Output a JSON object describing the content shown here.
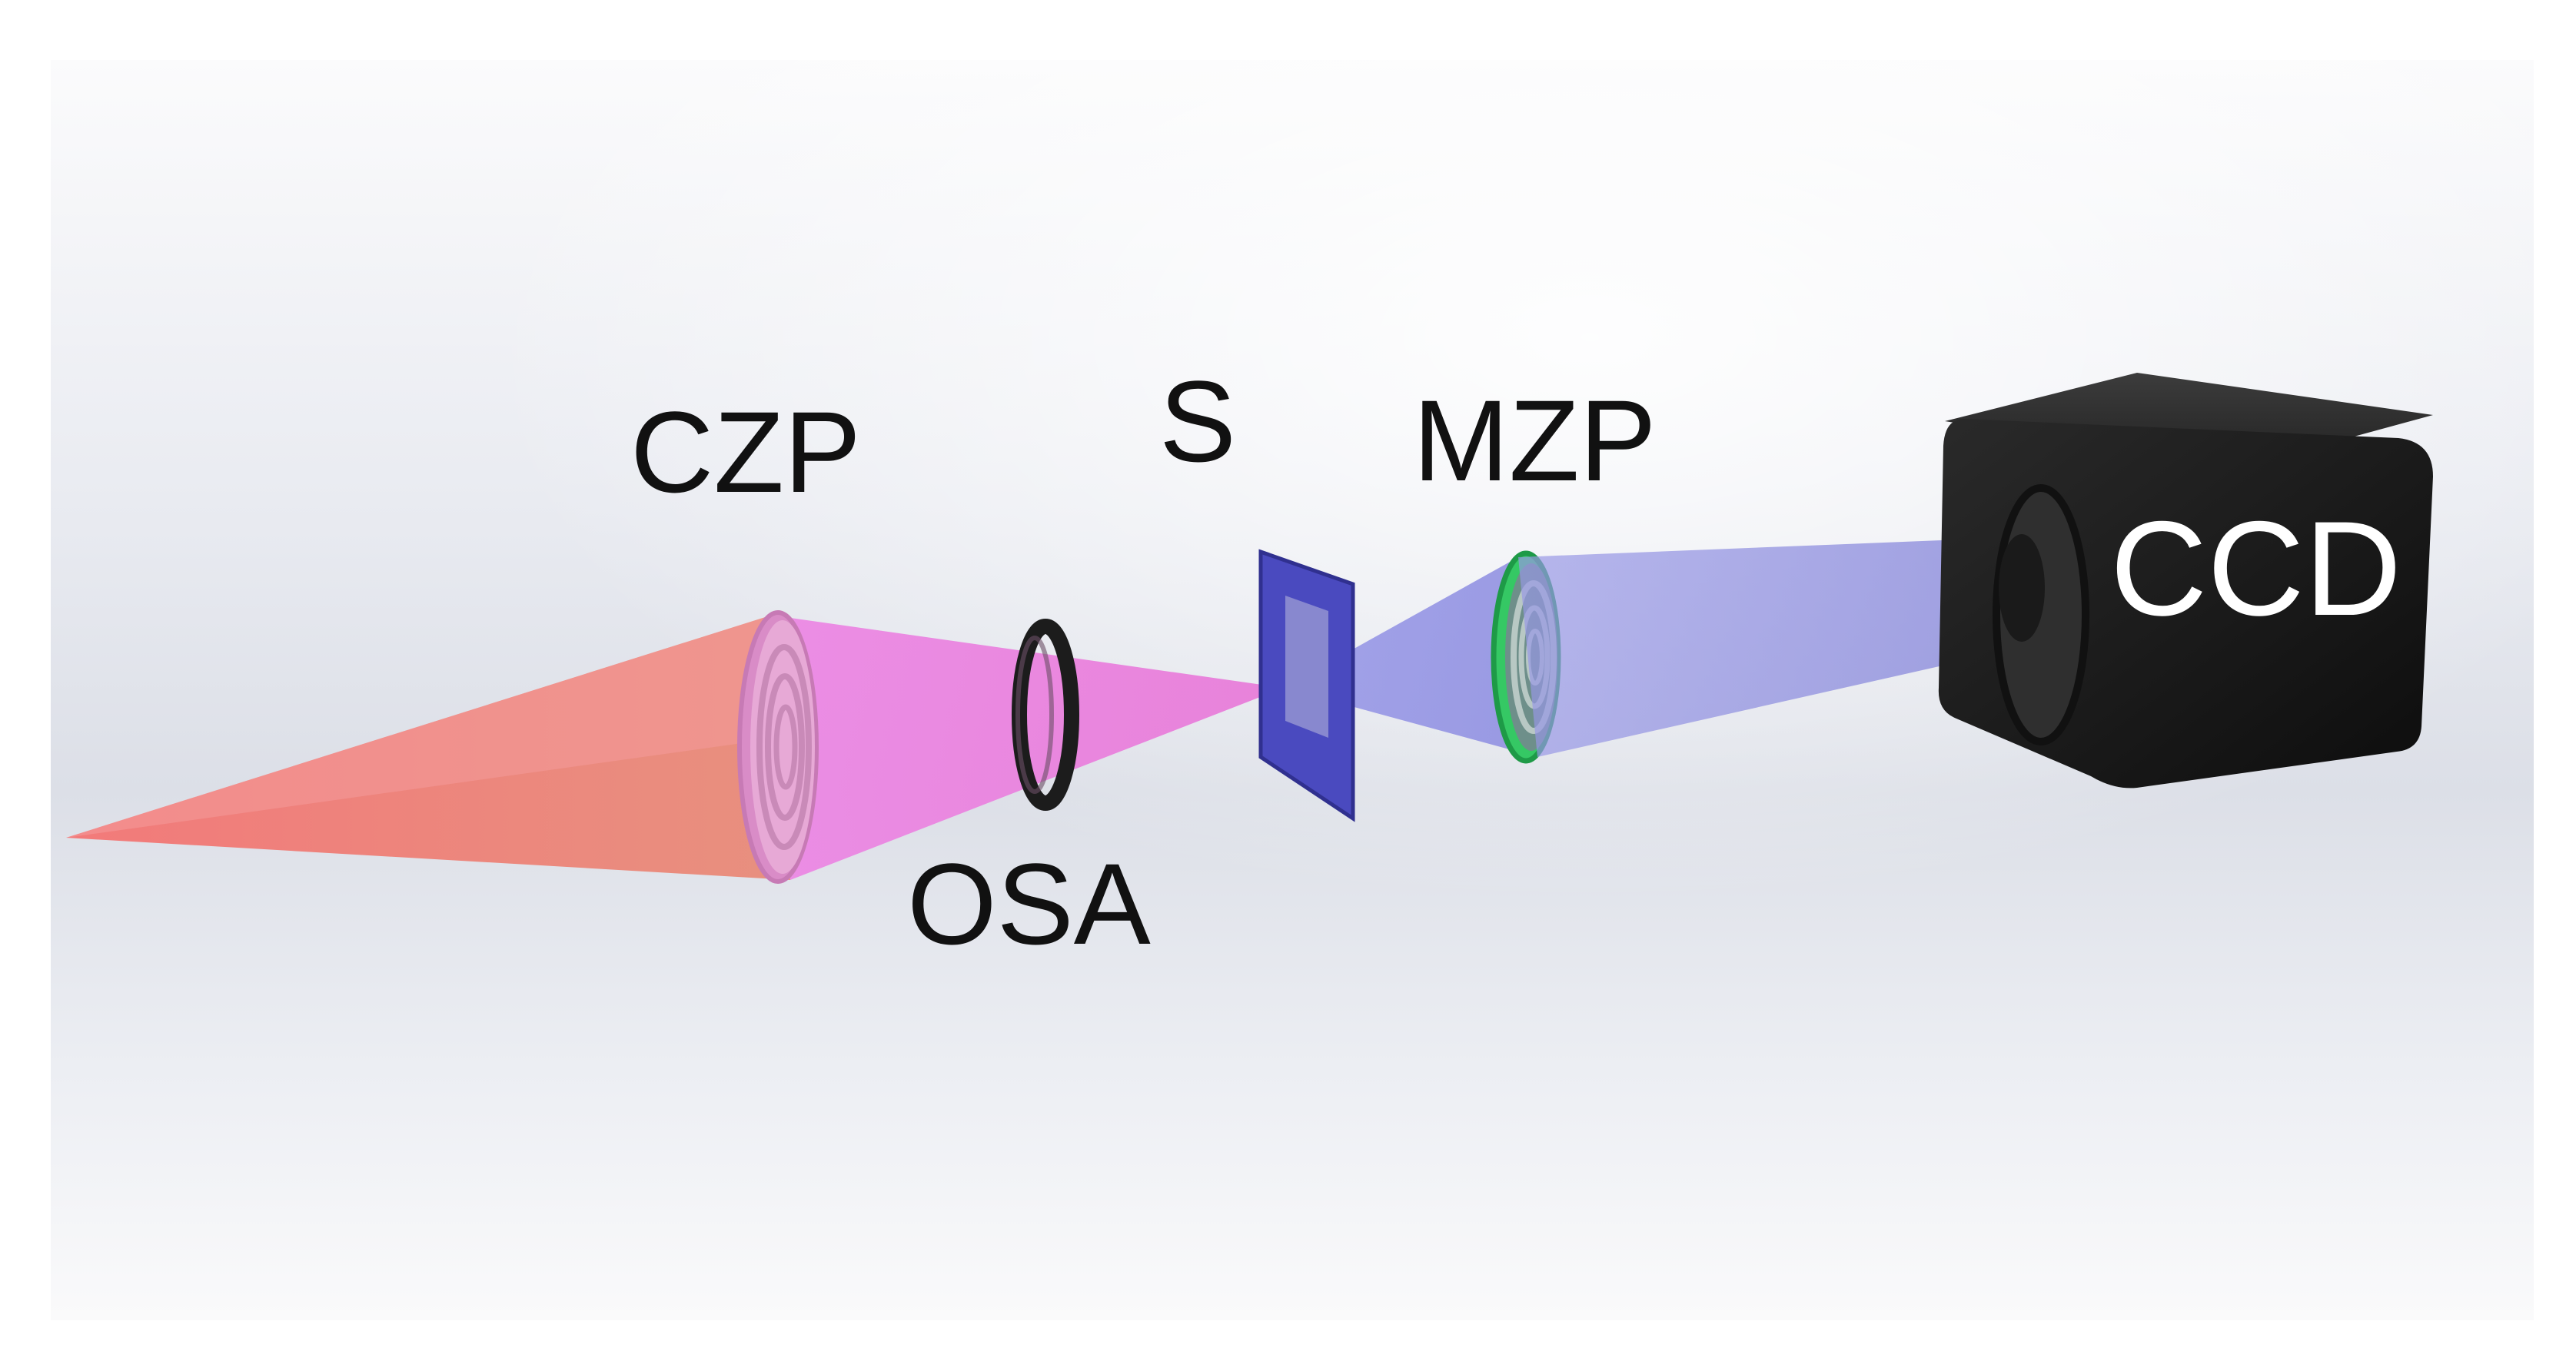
{
  "labels": {
    "czp": "CZP",
    "osa": "OSA",
    "s": "S",
    "mzp": "MZP",
    "ccd": "CCD"
  },
  "colors": {
    "background_edge": "#ffffff",
    "background_panel": "#e6e8ee",
    "input_beam": "#f07a7a",
    "focused_beam": "#ee7ee0",
    "magnified_beam": "#8f8fe6",
    "condenser_zone_plate": "#e8a6d6",
    "order_sorting_aperture": "#1c1c1c",
    "sample_frame": "#4a4abf",
    "micro_zone_plate": "#35d36a",
    "ccd_body": "#141414",
    "text": "#111111",
    "ccd_text": "#ffffff"
  }
}
